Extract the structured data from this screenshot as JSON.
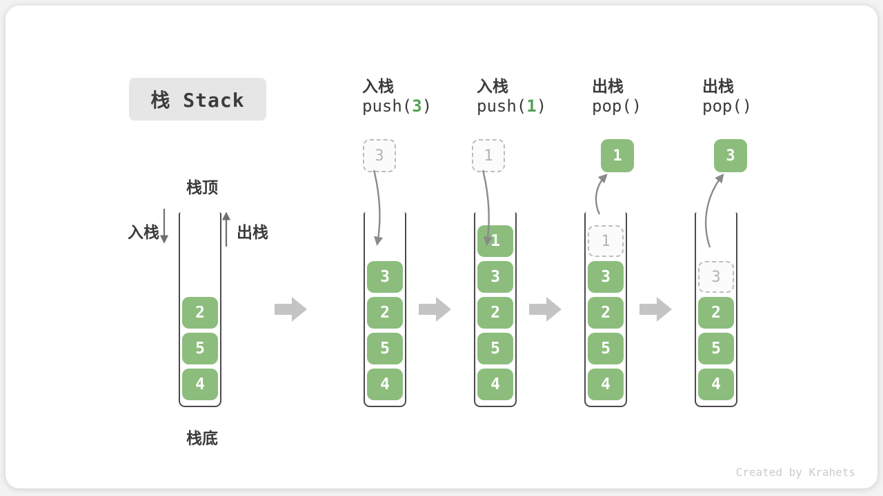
{
  "title": {
    "text": "栈 Stack"
  },
  "legend": {
    "stack_top": "栈顶",
    "stack_bottom": "栈底",
    "push_label": "入栈",
    "pop_label": "出栈"
  },
  "operations": [
    {
      "name": "入栈",
      "code_pre": "push(",
      "code_arg": "3",
      "code_post": ")"
    },
    {
      "name": "入栈",
      "code_pre": "push(",
      "code_arg": "1",
      "code_post": ")"
    },
    {
      "name": "出栈",
      "code_pre": "pop(",
      "code_arg": "",
      "code_post": ")"
    },
    {
      "name": "出栈",
      "code_pre": "pop(",
      "code_arg": "",
      "code_post": ")"
    }
  ],
  "flying": [
    {
      "style": "dashed",
      "value": "3"
    },
    {
      "style": "dashed",
      "value": "1"
    },
    {
      "style": "solid",
      "value": "1"
    },
    {
      "style": "solid",
      "value": "3"
    }
  ],
  "stacks": [
    {
      "cells": [
        "2",
        "5",
        "4"
      ]
    },
    {
      "cells": [
        "3",
        "2",
        "5",
        "4"
      ]
    },
    {
      "cells": [
        "1",
        "3",
        "2",
        "5",
        "4"
      ]
    },
    {
      "ghost": "1",
      "cells": [
        "3",
        "2",
        "5",
        "4"
      ]
    },
    {
      "ghost": "3",
      "cells": [
        "2",
        "5",
        "4"
      ]
    }
  ],
  "watermark": "Created by Krahets",
  "colors": {
    "cell_green": "#8cbd7d",
    "code_arg_green": "#55a052",
    "dashed_border_gray": "#bdbdbd",
    "dashed_text_gray": "#b3b3b3",
    "curve_arrow_gray": "#8a8a8a",
    "side_arrow_gray": "#6e6e6e",
    "block_arrow_gray": "#c4c4c4",
    "container_border": "#4a4a4a",
    "title_bg": "#e6e6e6",
    "text_dark": "#3b3b3b",
    "watermark_gray": "#cbcbcb"
  }
}
